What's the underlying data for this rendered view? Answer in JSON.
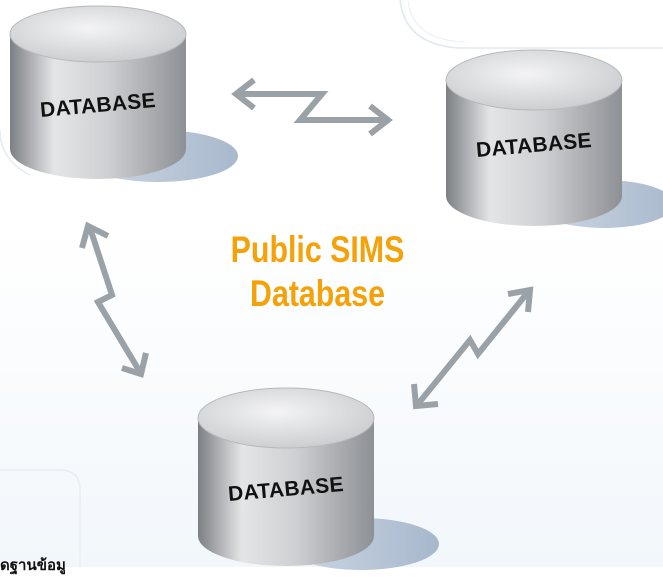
{
  "title": {
    "line1": "Public  SIMS",
    "line2": "Database"
  },
  "databases": {
    "top_left": {
      "label": "DATABASE"
    },
    "top_right": {
      "label": "DATABASE"
    },
    "bottom": {
      "label": "DATABASE"
    }
  },
  "footer_fragment": "ดฐานข้อมู",
  "colors": {
    "title": "#f5a20a",
    "arrow": "#9aa2a8",
    "cylinder_light": "#e6e7e9",
    "cylinder_dark": "#8f9296",
    "shadow": "#aebdd0"
  }
}
